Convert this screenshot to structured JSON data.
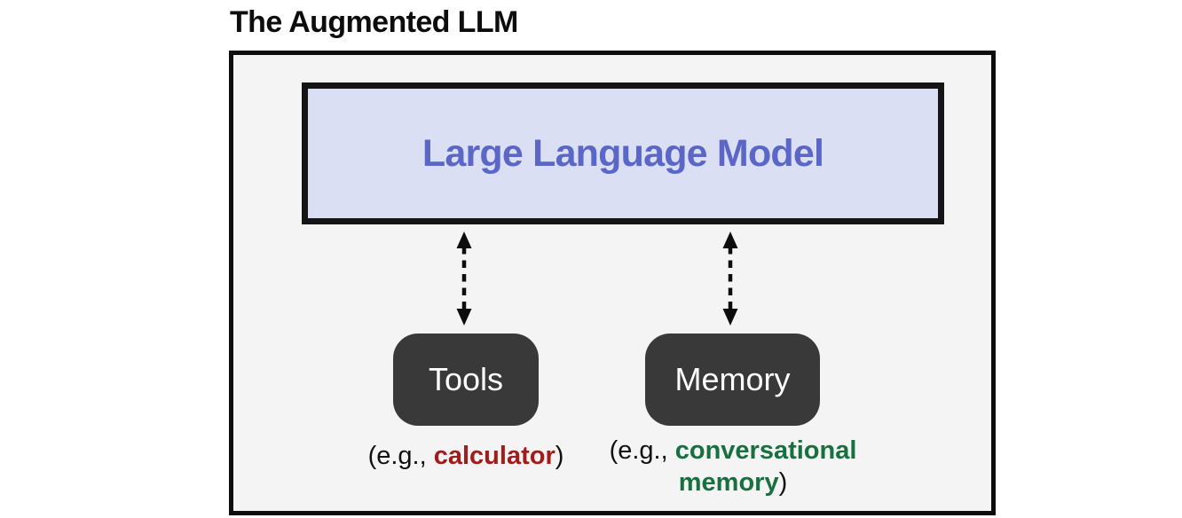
{
  "diagram": {
    "title": "The Augmented LLM",
    "panel": {
      "fill": "#f4f4f4",
      "border_color": "#0d0d0d"
    },
    "llm": {
      "label": "Large Language Model",
      "fill": "#dbdff3",
      "border_color": "#151515",
      "text_color": "#5b67c7"
    },
    "arrows": {
      "style": "dashed-bidirectional",
      "color": "#0d0d0d"
    },
    "node_style": {
      "fill": "#393939",
      "text_color": "#ffffff"
    },
    "nodes": {
      "tools": {
        "label": "Tools",
        "caption": {
          "prefix": "(e.g., ",
          "highlight": "calculator",
          "suffix": ")",
          "highlight_color": "#a31c1c"
        }
      },
      "memory": {
        "label": "Memory",
        "caption": {
          "prefix": "(e.g., ",
          "highlight": "conversational memory",
          "suffix": ")",
          "highlight_color": "#186f3f"
        }
      }
    }
  }
}
